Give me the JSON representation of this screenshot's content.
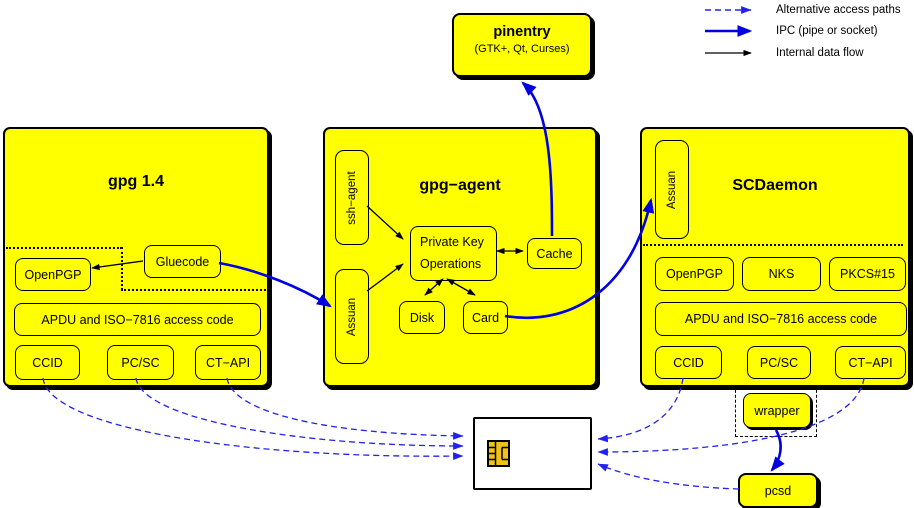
{
  "legend": {
    "items": [
      {
        "label": "Alternative access paths",
        "line": "dashed-blue"
      },
      {
        "label": "IPC (pipe or socket)",
        "line": "thick-blue"
      },
      {
        "label": "Internal data flow",
        "line": "thin-black"
      }
    ]
  },
  "pinentry": {
    "title": "pinentry",
    "subtitle": "(GTK+, Qt, Curses)"
  },
  "gpg14": {
    "title": "gpg 1.4",
    "openpgp": "OpenPGP",
    "gluecode": "Gluecode",
    "apdu": "APDU and ISO−7816 access code",
    "ccid": "CCID",
    "pcsc": "PC/SC",
    "ctapi": "CT−API"
  },
  "gpg_agent": {
    "title": "gpg−agent",
    "ssh_agent": "ssh−agent",
    "assuan": "Assuan",
    "pko": [
      "Private Key",
      "Operations"
    ],
    "cache": "Cache",
    "disk": "Disk",
    "card": "Card"
  },
  "scdaemon": {
    "title": "SCDaemon",
    "assuan": "Assuan",
    "openpgp": "OpenPGP",
    "nks": "NKS",
    "pkcs15": "PKCS#15",
    "apdu": "APDU and ISO−7816 access code",
    "ccid": "CCID",
    "pcsc": "PC/SC",
    "ctapi": "CT−API"
  },
  "wrapper": {
    "label": "wrapper"
  },
  "pcsd": {
    "label": "pcsd"
  },
  "colors": {
    "box_yellow": "#ffff00",
    "ipc_blue": "#0000e0",
    "alt_path_blue": "#2222f0",
    "line_black": "#000000",
    "chip_gold": "#f0c11a"
  }
}
